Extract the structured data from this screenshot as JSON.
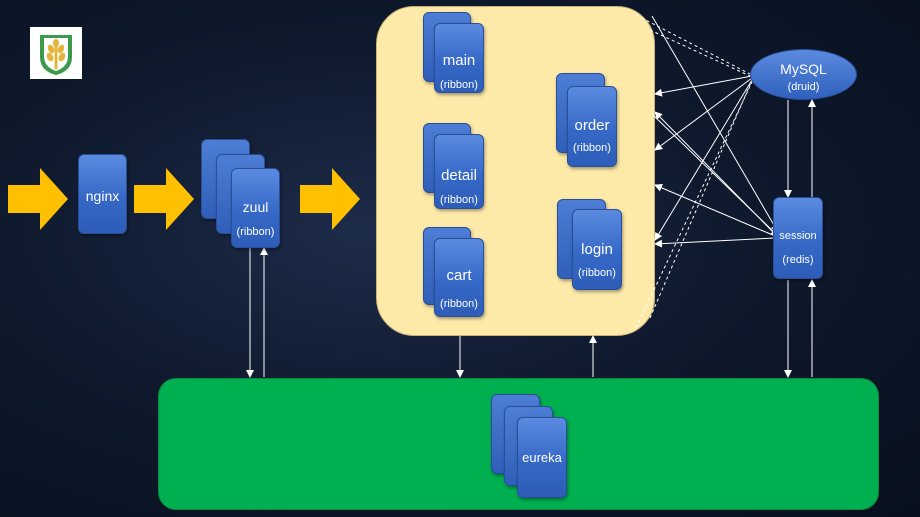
{
  "logo": {
    "icon": "wheat-shield-logo-icon",
    "colors": {
      "gold": "#e2b43a",
      "green": "#3c9a4a"
    }
  },
  "nodes": {
    "nginx": {
      "label": "nginx"
    },
    "zuul": {
      "label": "zuul",
      "sub": "(ribbon)"
    },
    "main": {
      "label": "main",
      "sub": "(ribbon)"
    },
    "detail": {
      "label": "detail",
      "sub": "(ribbon)"
    },
    "cart": {
      "label": "cart",
      "sub": "(ribbon)"
    },
    "order": {
      "label": "order",
      "sub": "(ribbon)"
    },
    "login": {
      "label": "login",
      "sub": "(ribbon)"
    },
    "mysql": {
      "label": "MySQL",
      "sub": "(druid)"
    },
    "session": {
      "label": "session",
      "sub": "(redis)"
    },
    "eureka": {
      "label": "eureka"
    }
  },
  "colors": {
    "background": "#0f1a2e",
    "service_panel": "#fde9a8",
    "registry_panel": "#00b050",
    "node_blue": "#3668c7",
    "flow_arrow": "#ffc000",
    "connector": "#ffffff"
  }
}
